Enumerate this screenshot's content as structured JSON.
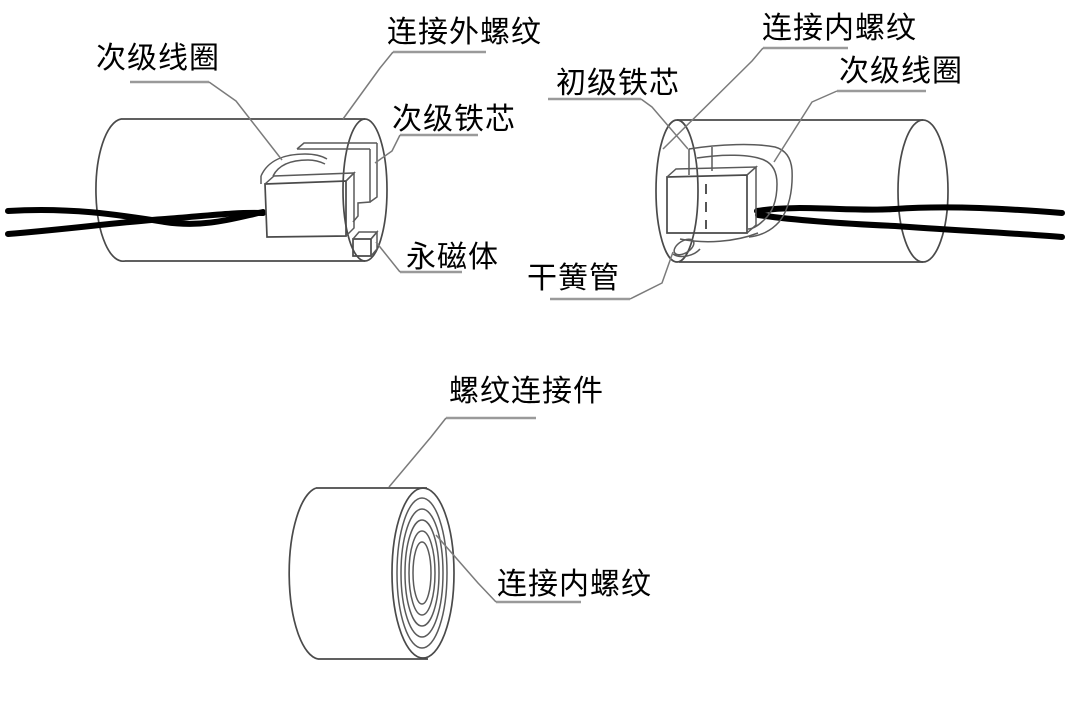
{
  "diagram": {
    "type": "technical-line-drawing",
    "description_visible_parts": [
      "left inductive connector half",
      "right inductive connector half",
      "threaded coupling ring"
    ]
  },
  "labels": {
    "left_module": {
      "secondary_coil": "次级线圈",
      "external_thread": "连接外螺纹",
      "secondary_core": "次级铁芯",
      "permanent_magnet": "永磁体"
    },
    "right_module": {
      "internal_thread": "连接内螺纹",
      "primary_core": "初级铁芯",
      "secondary_coil": "次级线圈",
      "reed_switch": "干簧管"
    },
    "connector_part": {
      "name": "螺纹连接件",
      "internal_thread": "连接内螺纹"
    }
  },
  "colors": {
    "background": "#ffffff",
    "drawing_line": "#4a4a4a",
    "leader_line": "#7b7b7b",
    "underline": "#9a9a9a",
    "cable": "#000000",
    "text": "#000000"
  }
}
